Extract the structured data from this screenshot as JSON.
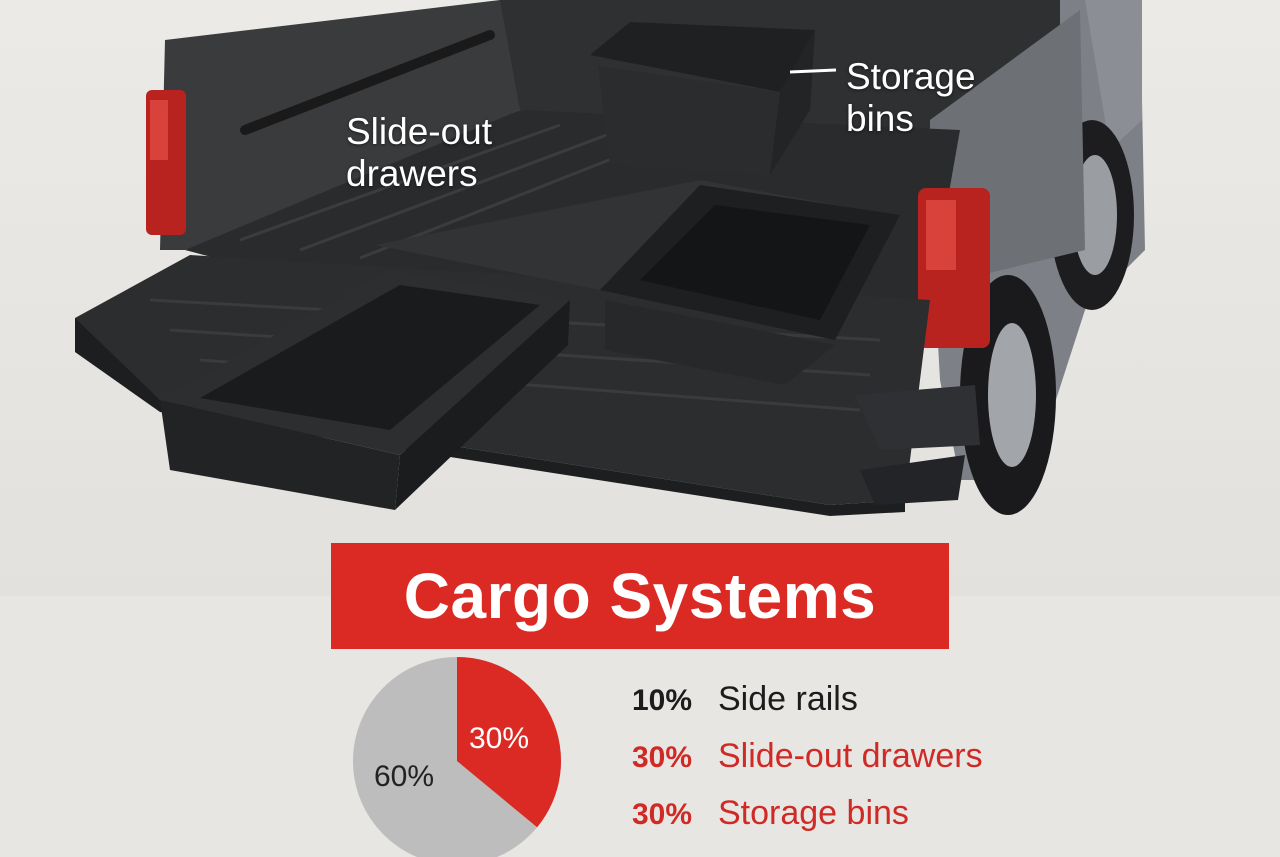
{
  "callouts": {
    "drawers_line1": "Slide-out",
    "drawers_line2": "drawers",
    "bins_line1": "Storage",
    "bins_line2": "bins"
  },
  "title": "Cargo Systems",
  "colors": {
    "accent_red": "#db2a24",
    "pie_gray": "#bdbdbd",
    "text_dark": "#1c1c1c"
  },
  "chart_data": {
    "type": "pie",
    "slices": [
      {
        "label": "Slide-out drawers",
        "value": 30,
        "color": "#db2a24",
        "slice_label": "30%"
      },
      {
        "label": "",
        "value": 60,
        "color": "#bdbdbd",
        "slice_label": "60%"
      }
    ]
  },
  "legend": [
    {
      "pct": "10%",
      "label": "Side rails",
      "color": "#1c1c1c"
    },
    {
      "pct": "30%",
      "label": "Slide-out drawers",
      "color": "#cf2a25"
    },
    {
      "pct": "30%",
      "label": "Storage bins",
      "color": "#cf2a25"
    }
  ]
}
